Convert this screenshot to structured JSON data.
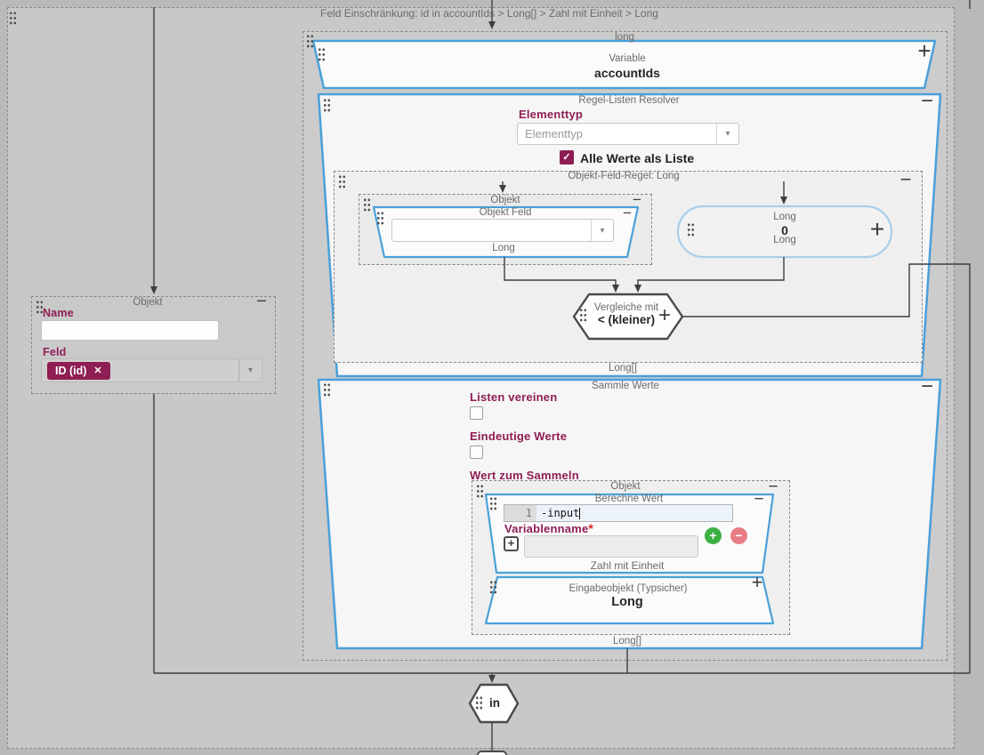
{
  "colors": {
    "accent_blue": "#4aa0da",
    "accent_maroon": "#8e1e53",
    "add_green": "#3cb043",
    "remove_pink": "#e87c84"
  },
  "icons": {
    "minus": "−",
    "plus": "+",
    "check": "✓",
    "dropdown_arrow": "▾",
    "close": "✕"
  },
  "root": {
    "title": "Feld Einschränkung: id in accountIds > Long[] > Zahl mit Einheit > Long"
  },
  "left_object": {
    "title": "Objekt",
    "name_label": "Name",
    "name_value": "",
    "feld_label": "Feld",
    "chip": {
      "label": "ID (id)"
    }
  },
  "long_container": {
    "title": "long"
  },
  "variable_node": {
    "title": "Variable",
    "value": "accountIds"
  },
  "resolver": {
    "title": "Regel-Listen Resolver",
    "elementtyp_label": "Elementtyp",
    "elementtyp_value": "Elementtyp",
    "alle_werte_label": "Alle Werte als Liste",
    "output_type": "Long[]"
  },
  "ofr": {
    "title": "Objekt-Feld-Regel: Long",
    "objekt": {
      "title": "Objekt"
    },
    "objekt_feld": {
      "title": "Objekt Feld",
      "select_value": "",
      "output_type": "Long"
    },
    "long_const": {
      "type_top": "Long",
      "value": "0",
      "type_bottom": "Long"
    },
    "compare": {
      "title": "Vergleiche mit",
      "value": "< (kleiner)"
    }
  },
  "sammle": {
    "title": "Sammle Werte",
    "listen_label": "Listen vereinen",
    "eindeutig_label": "Eindeutige Werte",
    "wert_label": "Wert zum Sammeln",
    "output_type": "Long[]",
    "objekt": {
      "title": "Objekt"
    },
    "berechne": {
      "title": "Berechne Wert",
      "line_number": "1",
      "code": "-input",
      "var_label": "Variablenname",
      "required": "*",
      "var_value": "",
      "unit_label": "Zahl mit Einheit"
    },
    "eingabe": {
      "title": "Eingabeobjekt (Typsicher)",
      "value": "Long"
    }
  },
  "in_node": {
    "label": "in"
  }
}
